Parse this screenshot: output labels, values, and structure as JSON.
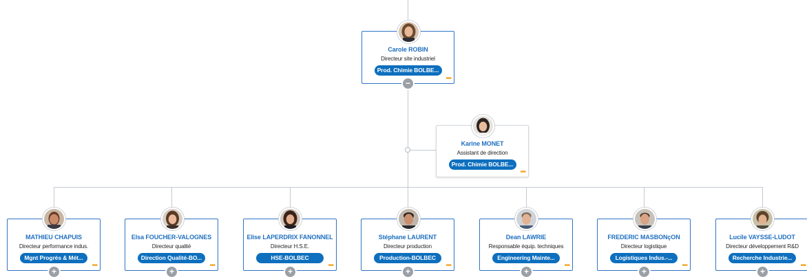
{
  "root": {
    "name": "Carole ROBIN",
    "title": "Directeur site industriel",
    "department": "Prod. Chimie BOLBE...",
    "toggle": "−"
  },
  "assistant": {
    "name": "Karine MONET",
    "title": "Assistant de direction",
    "department": "Prod. Chimie BOLBE..."
  },
  "more_icon": "•••",
  "reports": [
    {
      "name": "MATHIEU CHAPUIS",
      "title": "Directeur performance indus.",
      "department": "Mgnt Progrès & Mét...",
      "toggle": "+"
    },
    {
      "name": "Elsa FOUCHER-VALOGNES",
      "title": "Directeur qualité",
      "department": "Direction Qualité-BO...",
      "toggle": "+"
    },
    {
      "name": "Elise LAPERDRIX FANONNEL",
      "title": "Directeur H.S.E.",
      "department": "HSE-BOLBEC",
      "toggle": "+"
    },
    {
      "name": "Stéphane LAURENT",
      "title": "Directeur production",
      "department": "Production-BOLBEC",
      "toggle": "+"
    },
    {
      "name": "Dean LAWRIE",
      "title": "Responsable équip. techniques",
      "department": "Engineering Mainte...",
      "toggle": "+"
    },
    {
      "name": "FREDERIC MASBONçON",
      "title": "Directeur logistique",
      "department": "Logistiques Indus.-...",
      "toggle": "+"
    },
    {
      "name": "Lucile VAYSSE-LUDOT",
      "title": "Directeur développement R&D",
      "department": "Recherche Industrie...",
      "toggle": "+"
    }
  ],
  "colors": {
    "accent": "#1f6fc0",
    "pill": "#0d6fbe",
    "card_border": "#2f74c6",
    "more_icon": "#f3a01a",
    "connector": "#c4c9cf"
  }
}
